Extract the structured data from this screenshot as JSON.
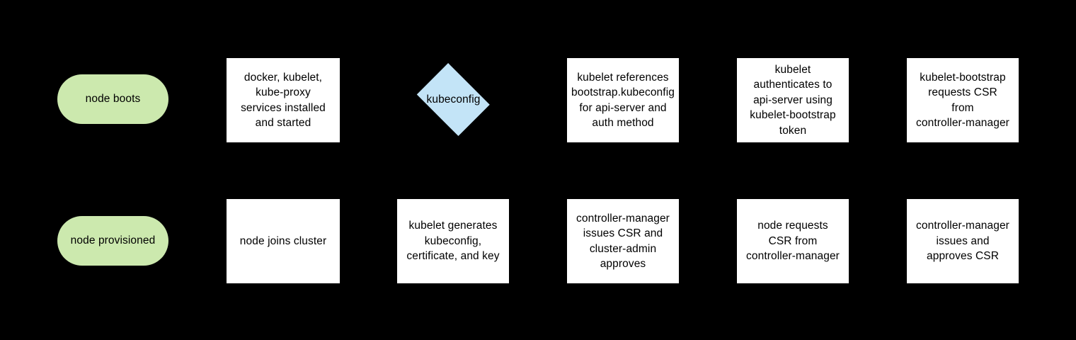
{
  "diagram": {
    "type": "flowchart",
    "title": "kubernetes node bootstrap / TLS bootstrapping flow",
    "background_color": "#000000",
    "colors": {
      "terminator_fill": "#cce9ae",
      "process_fill": "#ffffff",
      "decision_fill": "#c3e4f7",
      "text": "#000000"
    },
    "rows": [
      {
        "name": "top-row",
        "nodes": [
          {
            "id": "node-boots",
            "shape": "pill",
            "label": "node boots"
          },
          {
            "id": "services-installed",
            "shape": "rect",
            "label": "docker, kubelet,\nkube-proxy\nservices installed\nand started"
          },
          {
            "id": "kubeconfig",
            "shape": "diamond",
            "label": "kubeconfig"
          },
          {
            "id": "kubelet-references",
            "shape": "rect",
            "label": "kubelet references\nbootstrap.kubeconfig\nfor api-server and\nauth method"
          },
          {
            "id": "kubelet-authenticates",
            "shape": "rect",
            "label": "kubelet\nauthenticates to\napi-server using\nkubelet-bootstrap\ntoken"
          },
          {
            "id": "bootstrap-requests-csr",
            "shape": "rect",
            "label": "kubelet-bootstrap\nrequests CSR\nfrom\ncontroller-manager"
          }
        ]
      },
      {
        "name": "bottom-row",
        "nodes": [
          {
            "id": "node-provisioned",
            "shape": "pill",
            "label": "node provisioned"
          },
          {
            "id": "node-joins-cluster",
            "shape": "rect",
            "label": "node joins cluster"
          },
          {
            "id": "kubelet-generates",
            "shape": "rect",
            "label": "kubelet generates\nkubeconfig,\ncertificate, and key"
          },
          {
            "id": "cm-issues-csr",
            "shape": "rect",
            "label": "controller-manager\nissues CSR and\ncluster-admin\napproves"
          },
          {
            "id": "node-requests-csr",
            "shape": "rect",
            "label": "node requests\nCSR from\ncontroller-manager"
          },
          {
            "id": "cm-issues-approves",
            "shape": "rect",
            "label": "controller-manager\nissues and\napproves CSR"
          }
        ]
      }
    ]
  }
}
